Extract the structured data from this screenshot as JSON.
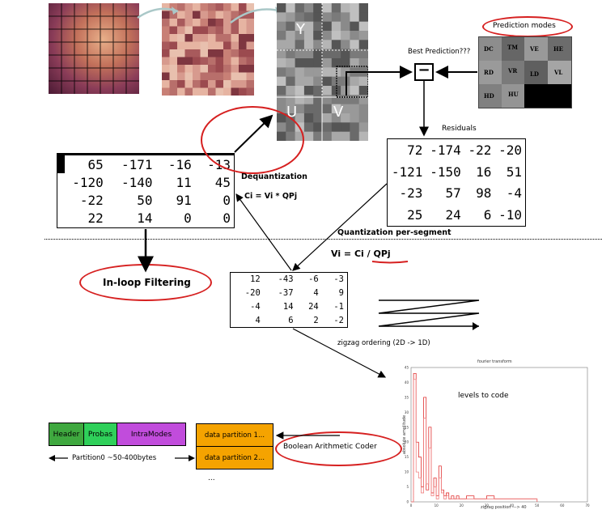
{
  "yuv": {
    "y": "Y",
    "u": "U",
    "v": "V"
  },
  "prediction": {
    "modes_label": "Prediction modes",
    "best_label": "Best Prediction???",
    "minus_sign": "−",
    "cells": [
      "DC",
      "TM",
      "VE",
      "HE",
      "RD",
      "VR",
      "LD",
      "VL",
      "HD",
      "HU"
    ]
  },
  "residuals": {
    "label": "Residuals",
    "rows": [
      [
        "72",
        "-174",
        "-22",
        "-20"
      ],
      [
        "-121",
        "-150",
        "16",
        "51"
      ],
      [
        "-23",
        "57",
        "98",
        "-4"
      ],
      [
        "25",
        "24",
        "6",
        "-10"
      ]
    ]
  },
  "dequant_matrix": {
    "rows": [
      [
        "65",
        "-171",
        "-16",
        "-13"
      ],
      [
        "-120",
        "-140",
        "11",
        "45"
      ],
      [
        "-22",
        "50",
        "91",
        "0"
      ],
      [
        "22",
        "14",
        "0",
        "0"
      ]
    ]
  },
  "dequantization": {
    "title": "Dequantization",
    "formula": "Ci = Vi * QPj"
  },
  "quantization": {
    "title": "Quantization per-segment",
    "formula": "Vi = Ci / QPj"
  },
  "inloop": {
    "label": "In-loop Filtering"
  },
  "quant_matrix": {
    "rows": [
      [
        "12",
        "-43",
        "-6",
        "-3"
      ],
      [
        "-20",
        "-37",
        "4",
        "9"
      ],
      [
        "-4",
        "14",
        "24",
        "-1"
      ],
      [
        "4",
        "6",
        "2",
        "-2"
      ]
    ]
  },
  "zigzag": {
    "label": "zigzag ordering  (2D -> 1D)"
  },
  "chart": {
    "title": "fourier transform",
    "annotation": "levels to code",
    "xlabel": "zigzag position  ---> 40",
    "ylabel": "absolute amplitude",
    "yticks": [
      "0",
      "5",
      "10",
      "15",
      "20",
      "25",
      "30",
      "35",
      "40",
      "45"
    ],
    "xticks": [
      "0",
      "10",
      "20",
      "30",
      "40",
      "50",
      "60",
      "70"
    ]
  },
  "chart_data": {
    "type": "line",
    "title": "fourier transform",
    "xlabel": "zigzag position  ---> 40",
    "ylabel": "absolute amplitude",
    "xlim": [
      0,
      70
    ],
    "ylim": [
      0,
      45
    ],
    "series": [
      {
        "values": [
          [
            0,
            0
          ],
          [
            1,
            43
          ],
          [
            2,
            20
          ],
          [
            3,
            15
          ],
          [
            4,
            5
          ],
          [
            5,
            35
          ],
          [
            6,
            4
          ],
          [
            7,
            25
          ],
          [
            8,
            3
          ],
          [
            9,
            8
          ],
          [
            10,
            2
          ],
          [
            11,
            12
          ],
          [
            12,
            4
          ],
          [
            13,
            2
          ],
          [
            14,
            3
          ],
          [
            15,
            1
          ],
          [
            16,
            2
          ],
          [
            17,
            1
          ],
          [
            18,
            2
          ],
          [
            19,
            1
          ],
          [
            20,
            1
          ],
          [
            22,
            2
          ],
          [
            25,
            1
          ],
          [
            28,
            1
          ],
          [
            30,
            2
          ],
          [
            33,
            1
          ],
          [
            36,
            1
          ],
          [
            40,
            1
          ],
          [
            45,
            1
          ],
          [
            50,
            0
          ]
        ]
      },
      {
        "values": [
          [
            0,
            0
          ],
          [
            1,
            41
          ],
          [
            2,
            10
          ],
          [
            3,
            8
          ],
          [
            4,
            3
          ],
          [
            5,
            28
          ],
          [
            6,
            6
          ],
          [
            7,
            18
          ],
          [
            8,
            2
          ],
          [
            9,
            5
          ],
          [
            10,
            1
          ],
          [
            11,
            8
          ],
          [
            12,
            3
          ],
          [
            13,
            1
          ],
          [
            14,
            2
          ],
          [
            15,
            1
          ],
          [
            16,
            1
          ],
          [
            18,
            1
          ],
          [
            20,
            1
          ],
          [
            24,
            1
          ],
          [
            30,
            1
          ],
          [
            38,
            1
          ],
          [
            50,
            0
          ]
        ]
      }
    ]
  },
  "bool_coder": {
    "label": "Boolean Arithmetic Coder"
  },
  "partition0": {
    "header": "Header",
    "probas": "Probas",
    "intramodes": "IntraModes",
    "size_label": "Partition0 ~50-400bytes"
  },
  "partitions": {
    "p1": "data partition 1...",
    "p2": "data partition 2...",
    "more": "..."
  },
  "colors": {
    "header": "#3fa83f",
    "probas": "#2fd05a",
    "intramodes": "#c14cdc",
    "partition": "#f5a300",
    "oval": "#d62020"
  }
}
